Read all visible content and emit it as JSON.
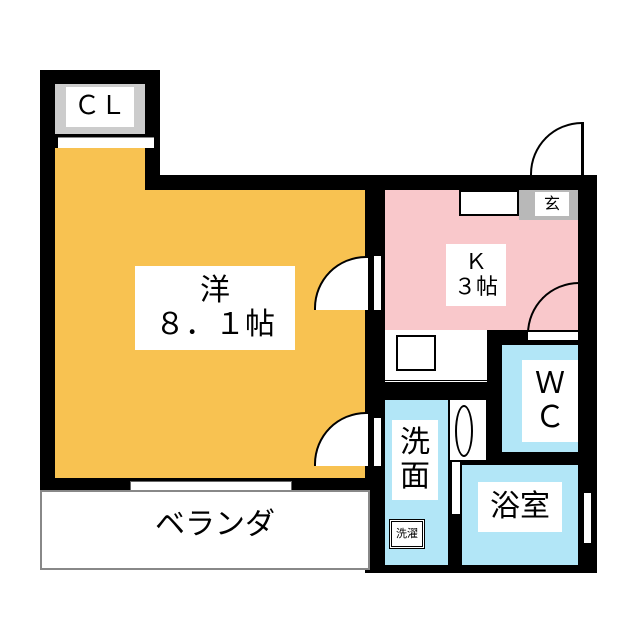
{
  "rooms": {
    "closet": "ＣＬ",
    "western": {
      "name": "洋",
      "size": "８．１帖"
    },
    "kitchen": {
      "name": "Ｋ",
      "size": "３帖"
    },
    "entrance": "玄",
    "toilet_line1": "Ｗ",
    "toilet_line2": "Ｃ",
    "washroom_line1": "洗",
    "washroom_line2": "面",
    "bathroom": "浴室",
    "laundry": "洗濯",
    "veranda": "ベランダ"
  },
  "colors": {
    "western": "#F8C251",
    "kitchen": "#F9C8CB",
    "wet": "#B2E6F7",
    "wall": "#000000"
  }
}
